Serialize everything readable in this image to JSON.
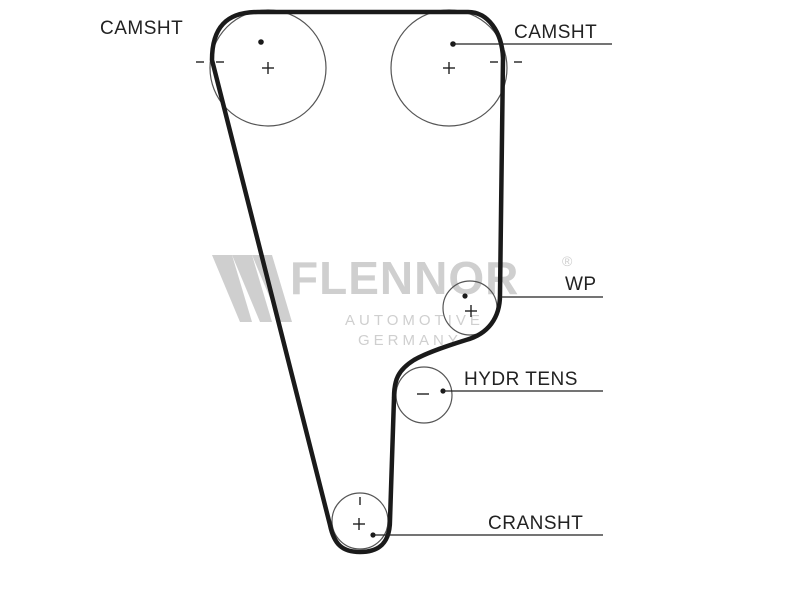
{
  "colors": {
    "belt": "#1a1a1a",
    "pulley": "#555555",
    "leader": "#222222",
    "watermark": "#cfcfcf"
  },
  "labels": {
    "camshaft_left": "CAMSHT",
    "camshaft_right": "CAMSHT",
    "water_pump": "WP",
    "hydraulic_tensioner": "HYDR TENS",
    "crankshaft": "CRANSHT"
  },
  "watermark": {
    "brand": "FLENNOR",
    "registered": "®",
    "line1": "AUTOMOTIVE",
    "line2": "GERMANY"
  },
  "icons": {
    "watermark_logo": "flennor-logo-icon"
  }
}
